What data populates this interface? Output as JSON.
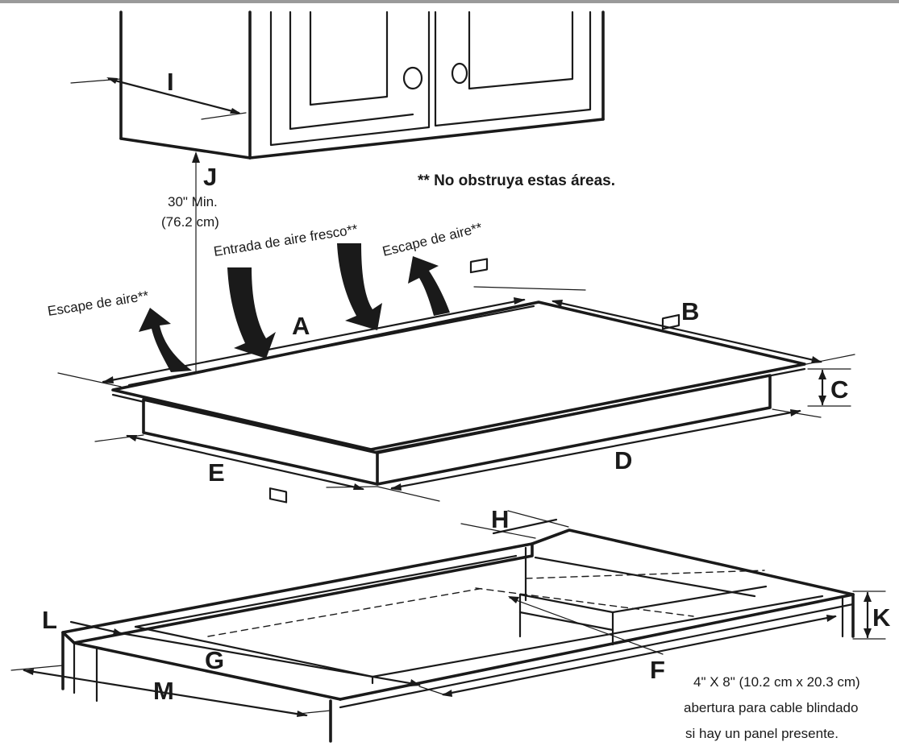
{
  "labels": {
    "a": "A",
    "b": "B",
    "c": "C",
    "d": "D",
    "e": "E",
    "f": "F",
    "g": "G",
    "h": "H",
    "i": "I",
    "j": "J",
    "k": "K",
    "l": "L",
    "m": "M"
  },
  "clearance": {
    "min": "30\" Min.",
    "metric": "(76.2 cm)"
  },
  "airflow": {
    "exhaust_left": "Escape de aire**",
    "intake": "Entrada de aire fresco**",
    "exhaust_right": "Escape de aire**"
  },
  "warning": "** No obstruya estas áreas.",
  "cable_note": {
    "line1": "4\" X 8\" (10.2 cm x 20.3 cm)",
    "line2": "abertura para cable blindado",
    "line3": "si hay un panel presente."
  },
  "colors": {
    "ink": "#1a1a1a",
    "paper": "#ffffff",
    "border": "#9a9a9a"
  }
}
